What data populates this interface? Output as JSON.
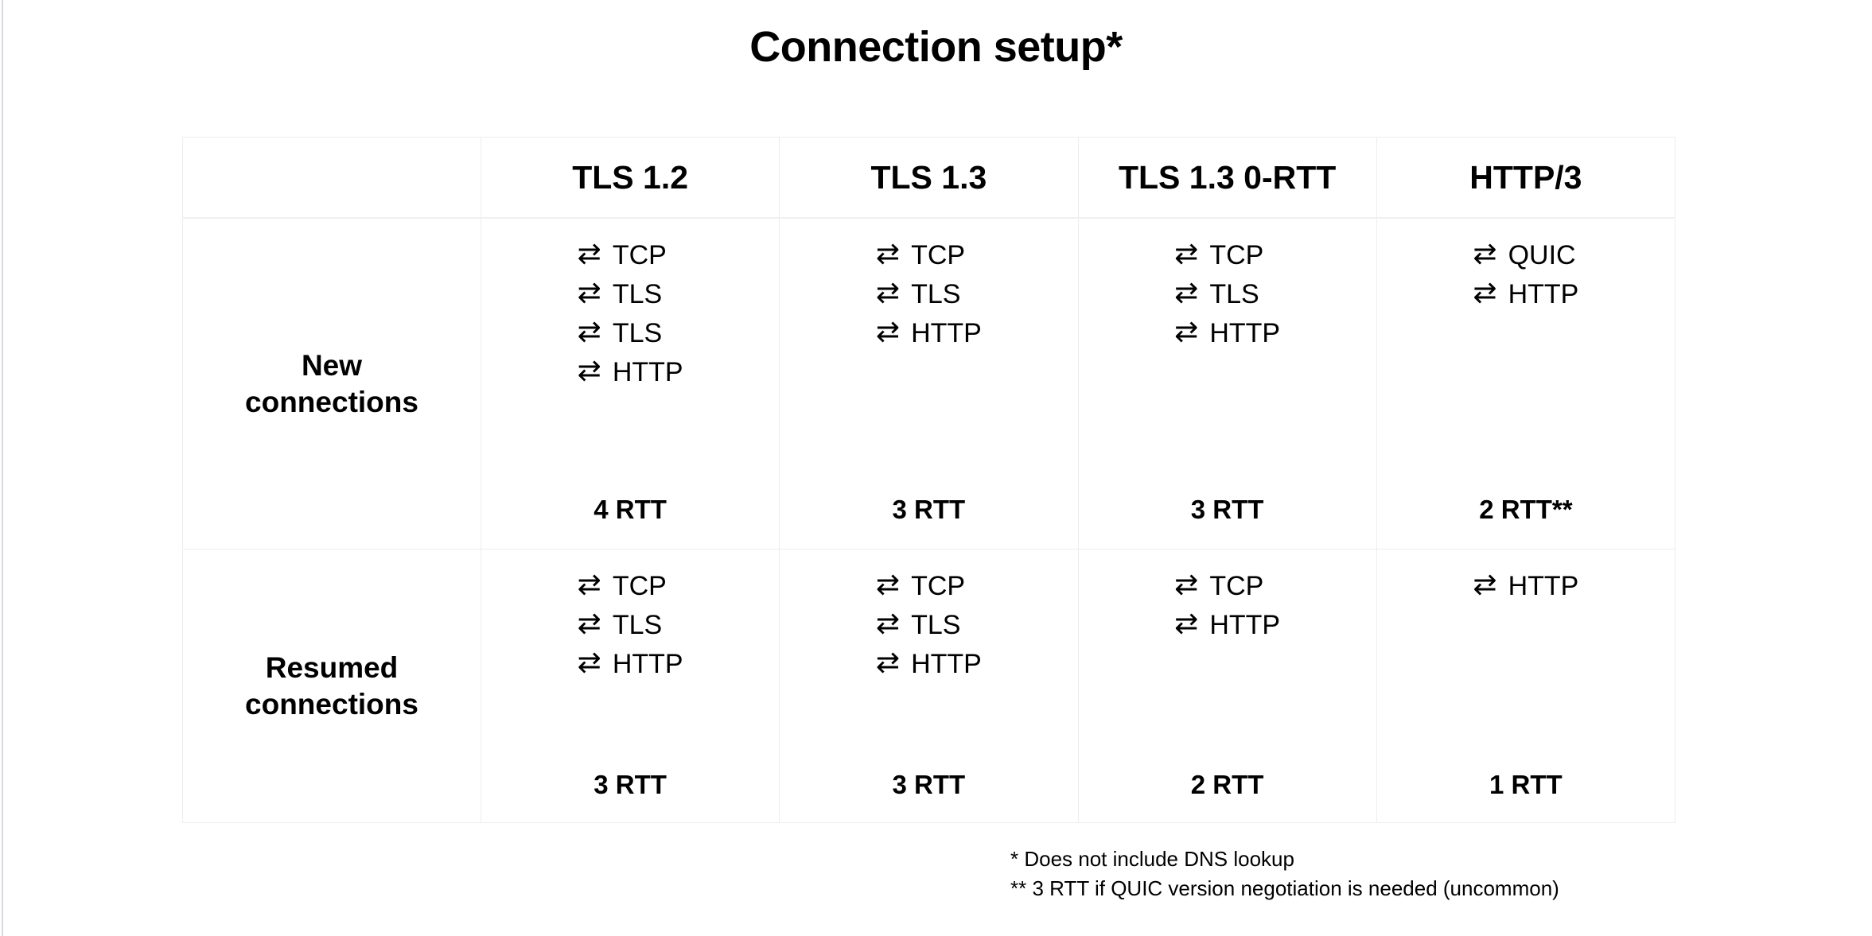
{
  "slide": {
    "title": "Connection setup*"
  },
  "table": {
    "corner_label": "",
    "columns": [
      "TLS 1.2",
      "TLS 1.3",
      "TLS 1.3 0-RTT",
      "HTTP/3"
    ],
    "arrow_icon": "⇄",
    "rows": [
      {
        "label": "New\nconnections",
        "cells": [
          {
            "steps": [
              "TCP",
              "TLS",
              "TLS",
              "HTTP"
            ],
            "rtt": "4 RTT"
          },
          {
            "steps": [
              "TCP",
              "TLS",
              "HTTP"
            ],
            "rtt": "3 RTT"
          },
          {
            "steps": [
              "TCP",
              "TLS",
              "HTTP"
            ],
            "rtt": "3 RTT"
          },
          {
            "steps": [
              "QUIC",
              "HTTP"
            ],
            "rtt": "2 RTT**"
          }
        ]
      },
      {
        "label": "Resumed\nconnections",
        "cells": [
          {
            "steps": [
              "TCP",
              "TLS",
              "HTTP"
            ],
            "rtt": "3 RTT"
          },
          {
            "steps": [
              "TCP",
              "TLS",
              "HTTP"
            ],
            "rtt": "3 RTT"
          },
          {
            "steps": [
              "TCP",
              "HTTP"
            ],
            "rtt": "2 RTT"
          },
          {
            "steps": [
              "HTTP"
            ],
            "rtt": "1 RTT"
          }
        ]
      }
    ]
  },
  "footnotes": [
    "* Does not include DNS lookup",
    "** 3 RTT if QUIC version negotiation is needed (uncommon)"
  ],
  "colors": {
    "text": "#000000",
    "background": "#ffffff",
    "table_border": "#ededed",
    "page_edge": "#d8dadd"
  }
}
